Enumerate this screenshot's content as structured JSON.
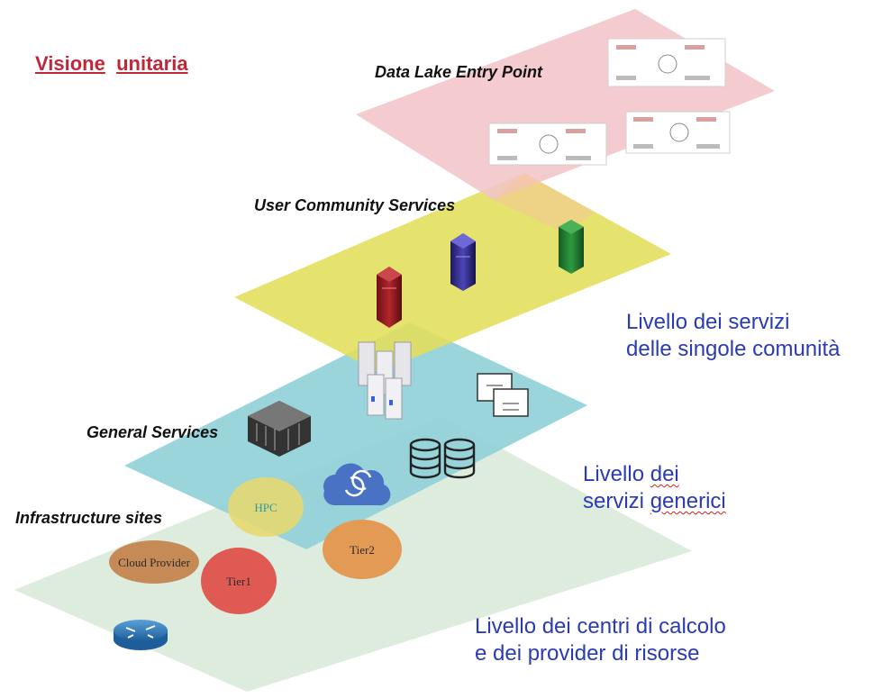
{
  "title": {
    "word1": "Visione",
    "word2": "unitaria"
  },
  "layers": {
    "data_lake": "Data Lake Entry Point",
    "user_community": "User Community Services",
    "general_services": "General Services",
    "infrastructure": "Infrastructure sites"
  },
  "descriptions": {
    "community_line1": "Livello dei servizi",
    "community_line2": "delle singole comunità",
    "generic_line1_a": "Livello",
    "generic_line1_b": "dei",
    "generic_line2_a": "servizi",
    "generic_line2_b": "generici",
    "infra_line1": "Livello dei centri di calcolo",
    "infra_line2": "e dei provider di risorse"
  },
  "sites": {
    "hpc": "HPC",
    "cloud_provider": "Cloud Provider",
    "tier1": "Tier1",
    "tier2": "Tier2"
  },
  "colors": {
    "data_lake_plane": "#f2c4c8",
    "community_plane": "#e3de5a",
    "general_plane": "#8fd0d8",
    "infra_plane": "#dcebdc",
    "title_red": "#c0283a",
    "description_blue": "#2b3bb5",
    "hpc_circle": "#e8d86a",
    "cloud_circle": "#c58a55",
    "tier1_circle": "#de5a52",
    "tier2_circle": "#e39a55"
  },
  "icons": [
    "server-red-icon",
    "server-blue-icon",
    "server-green-icon",
    "server-rack-icon",
    "filing-cabinet-icon",
    "database-icon",
    "cloud-sync-icon",
    "router-icon",
    "dashboard-icon"
  ]
}
